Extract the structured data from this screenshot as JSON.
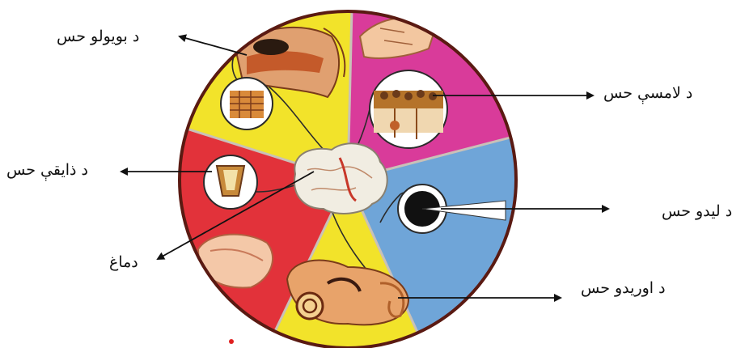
{
  "labels": {
    "smell": "د بویولو حس",
    "touch": "د لامسې حس",
    "taste": "د ذایقې حس",
    "sight": "د لیدو حس",
    "brain": "دماغ",
    "hearing": "د اوریدو حس"
  },
  "colors": {
    "yellow": "#f2e32a",
    "magenta": "#d93b9a",
    "blue": "#6fa5d8",
    "red": "#e2323a",
    "rim": "#5a1a12"
  }
}
